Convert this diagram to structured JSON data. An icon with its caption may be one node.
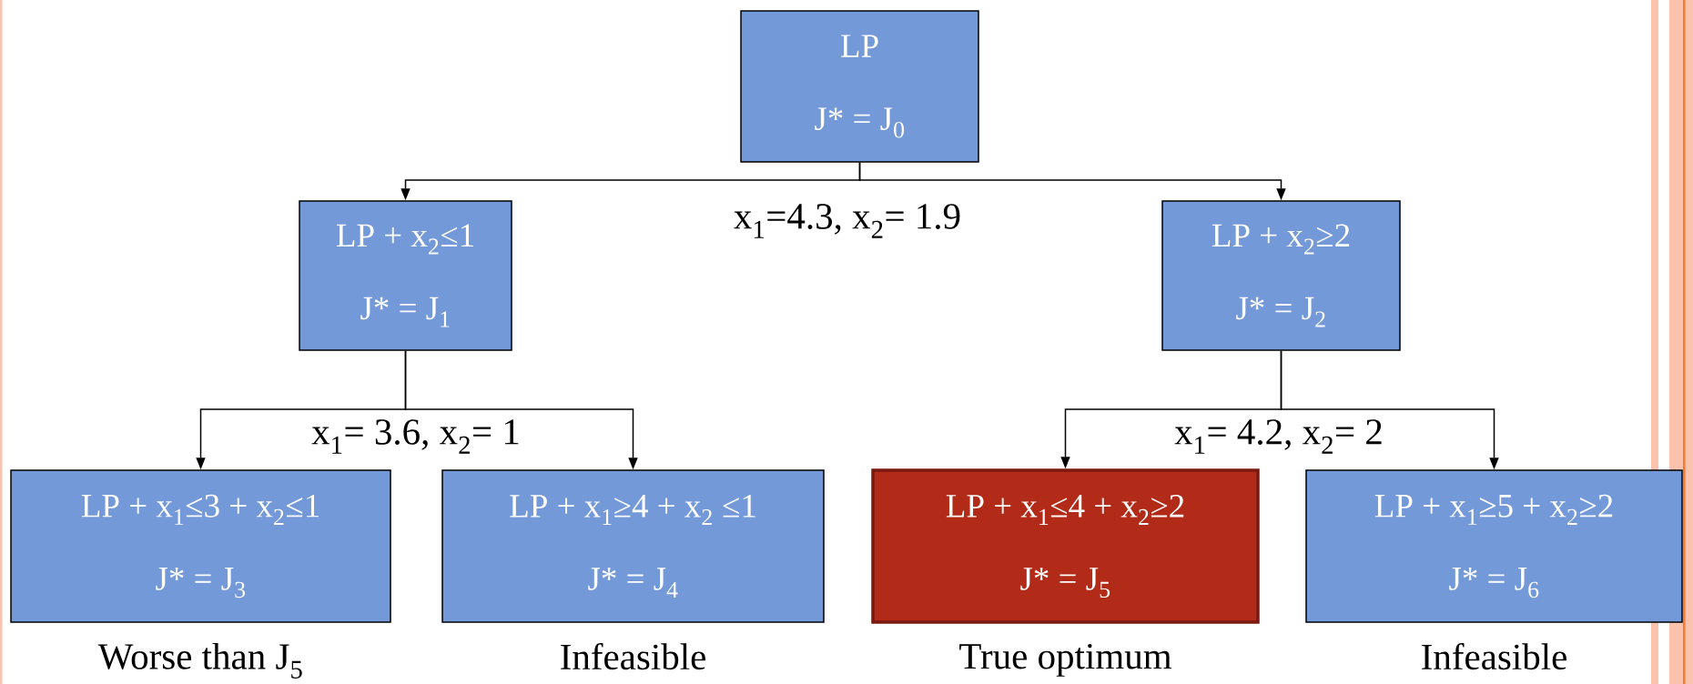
{
  "diagram": {
    "nodes": [
      {
        "text": [
          "LP",
          "J* = J$_{0}$"
        ]
      },
      {
        "text": [
          "LP + x$_{2}$≤1",
          "J* = J$_{1}$"
        ]
      },
      {
        "text": [
          "LP + x$_{2}$≥2",
          "J* = J$_{2}$"
        ]
      },
      {
        "text": [
          "LP + x$_{1}$≤3 + x$_{2}$≤1",
          "J* = J$_{3}$"
        ],
        "beside": [
          "Worse than J$_{5}$"
        ]
      },
      {
        "text": [
          "LP + x$_{1}$≥4 + x$_{2}$ ≤1",
          "J* = J$_{4}$"
        ],
        "beside": [
          "Infeasible"
        ]
      },
      {
        "text": [
          "LP + x$_{1}$≤4 + x$_{2}$≥2",
          "J* = J$_{5}$"
        ],
        "beside": [
          "True optimum"
        ]
      },
      {
        "text": [
          "LP + x$_{1}$≥5 + x$_{2}$≥2",
          "J* = J$_{6}$"
        ],
        "beside": [
          "Infeasible"
        ]
      }
    ],
    "edges": [
      {
        "from": 0,
        "to": 1,
        "arrow": "to"
      },
      {
        "from": 0,
        "to": 2,
        "arrow": "to"
      },
      {
        "from": 1,
        "to": 3,
        "arrow": "to"
      },
      {
        "from": 1,
        "to": 4,
        "arrow": "to"
      },
      {
        "from": 2,
        "to": 5,
        "arrow": "to"
      },
      {
        "from": 2,
        "to": 6,
        "arrow": "to"
      }
    ],
    "labels": [
      "x$_{1}$=4.3, x$_{2}$= 1.9",
      "x$_{1}$= 3.6, x$_{2}$= 1",
      "x$_{1}$= 4.2, x$_{2}$= 2"
    ]
  }
}
